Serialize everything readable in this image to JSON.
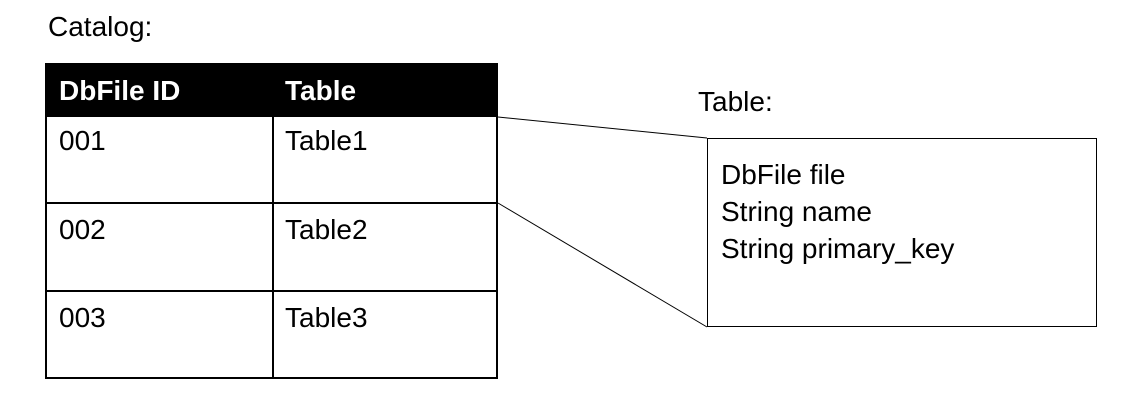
{
  "catalog": {
    "title": "Catalog:",
    "headers": [
      "DbFile ID",
      "Table"
    ],
    "rows": [
      {
        "id": "001",
        "table": "Table1"
      },
      {
        "id": "002",
        "table": "Table2"
      },
      {
        "id": "003",
        "table": "Table3"
      }
    ]
  },
  "table_detail": {
    "title": "Table:",
    "fields": [
      "DbFile file",
      "String name",
      "String primary_key"
    ]
  }
}
